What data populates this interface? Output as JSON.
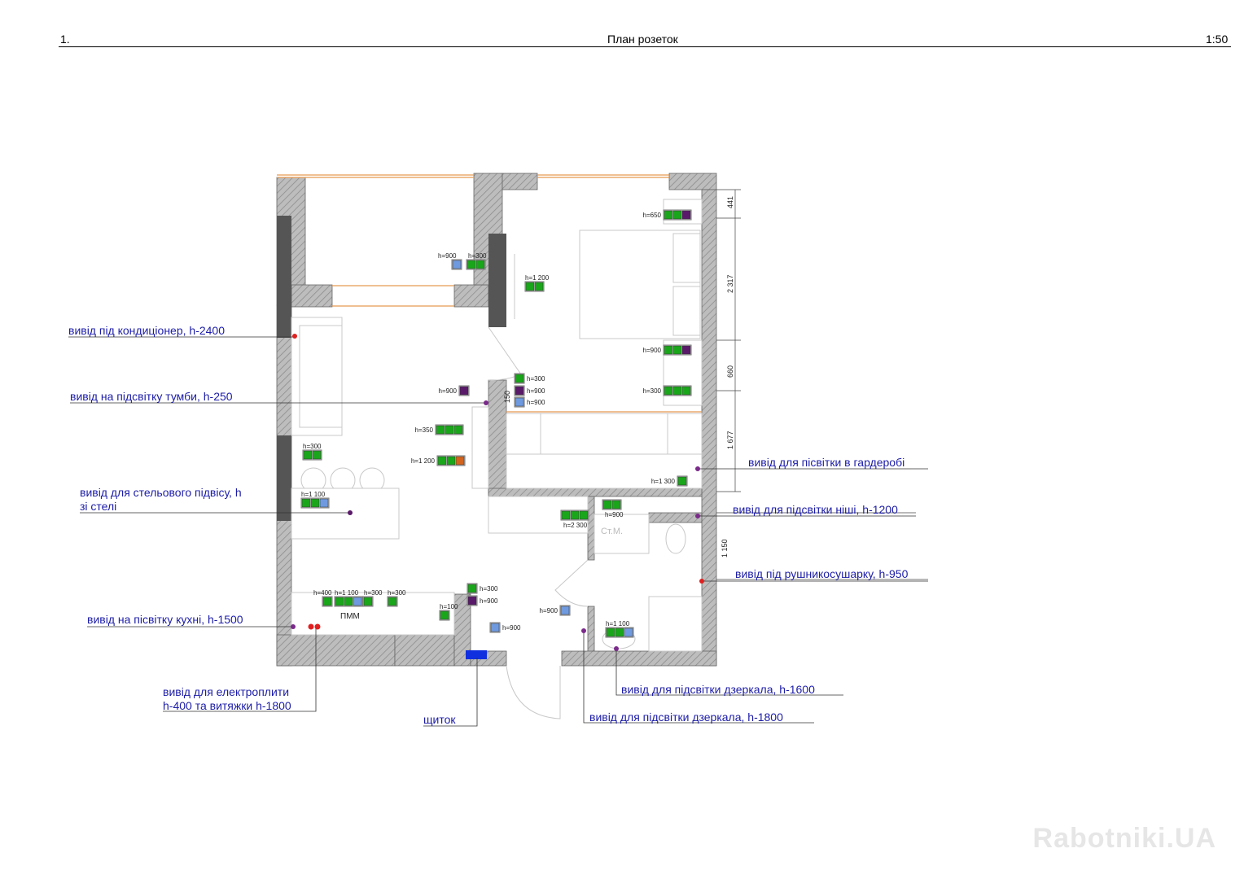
{
  "header": {
    "number": "1.",
    "title": "План розеток",
    "scale": "1:50"
  },
  "colors": {
    "callout": "#1c1ca8",
    "socket_green": "#1aa61a",
    "socket_purple": "#5a1a6a",
    "socket_blue": "#6f9ae0",
    "socket_orange": "#d2641e",
    "wall": "#a8a8a8",
    "window": "#e89a50",
    "panel": "#1030e0",
    "outlet_red": "#e02020"
  },
  "callouts": [
    {
      "lines": [
        "вивід під кондиціонер, h-2400"
      ]
    },
    {
      "lines": [
        "вивід на підсвітку тумби, h-250"
      ]
    },
    {
      "lines": [
        "вивід для стельового підвісу, h",
        "зі стелі"
      ]
    },
    {
      "lines": [
        "вивід на пісвітку кухні, h-1500"
      ]
    },
    {
      "lines": [
        "вивід для електроплити",
        "h-400 та витяжки h-1800"
      ]
    },
    {
      "lines": [
        "щиток"
      ]
    },
    {
      "lines": [
        "вивід для пісвітки в гардеробі"
      ]
    },
    {
      "lines": [
        "вивід для підсвітки ніші, h-1200"
      ]
    },
    {
      "lines": [
        "вивід під рушникосушарку, h-950"
      ]
    },
    {
      "lines": [
        "вивід для підсвітки дзеркала, h-1600"
      ]
    },
    {
      "lines": [
        "вивід для підсвітки дзеркала, h-1800"
      ]
    }
  ],
  "dimensions": [
    "441",
    "2 317",
    "660",
    "1 677",
    "150",
    "1 150"
  ],
  "room_labels": {
    "dishwasher": "ПММ",
    "washer": "Ст.М."
  },
  "sockets": [
    {
      "h": "h=650",
      "kinds": [
        "g",
        "g",
        "p"
      ]
    },
    {
      "h": "h=900",
      "kinds": [
        "g",
        "g",
        "p"
      ]
    },
    {
      "h": "h=300",
      "kinds": [
        "g",
        "g",
        "g"
      ]
    },
    {
      "h": "h=1 300",
      "kinds": [
        "g"
      ]
    },
    {
      "h": "h=900",
      "kinds": [
        "b"
      ]
    },
    {
      "h": "h=300",
      "kinds": [
        "g",
        "g"
      ]
    },
    {
      "h": "h=1 200",
      "kinds": [
        "g",
        "g"
      ]
    },
    {
      "h": "h=900",
      "kinds": [
        "p"
      ]
    },
    {
      "h": "h=300",
      "kinds": [
        "g"
      ]
    },
    {
      "h": "h=900",
      "kinds": [
        "p"
      ]
    },
    {
      "h": "h=900",
      "kinds": [
        "b"
      ]
    },
    {
      "h": "h=350",
      "kinds": [
        "g",
        "g",
        "g"
      ]
    },
    {
      "h": "h=1 200",
      "kinds": [
        "g",
        "g",
        "o"
      ]
    },
    {
      "h": "h=300",
      "kinds": [
        "g",
        "g"
      ]
    },
    {
      "h": "h=1 100",
      "kinds": [
        "g",
        "g",
        "b"
      ]
    },
    {
      "h": "h=400",
      "kinds": [
        "g"
      ]
    },
    {
      "h": "h=1 100",
      "kinds": [
        "g",
        "g",
        "b"
      ]
    },
    {
      "h": "h=300",
      "kinds": [
        "g"
      ]
    },
    {
      "h": "h=300",
      "kinds": [
        "g"
      ]
    },
    {
      "h": "h=100",
      "kinds": [
        "g"
      ]
    },
    {
      "h": "h=300",
      "kinds": [
        "g"
      ]
    },
    {
      "h": "h=900",
      "kinds": [
        "p"
      ]
    },
    {
      "h": "h=900",
      "kinds": [
        "b"
      ]
    },
    {
      "h": "h=2 300",
      "kinds": [
        "g",
        "g",
        "g"
      ]
    },
    {
      "h": "h=900",
      "kinds": [
        "g",
        "g"
      ]
    },
    {
      "h": "h=900",
      "kinds": [
        "b"
      ]
    },
    {
      "h": "h=1 100",
      "kinds": [
        "g",
        "g",
        "b"
      ]
    }
  ],
  "watermark": "Rabotniki.UA"
}
